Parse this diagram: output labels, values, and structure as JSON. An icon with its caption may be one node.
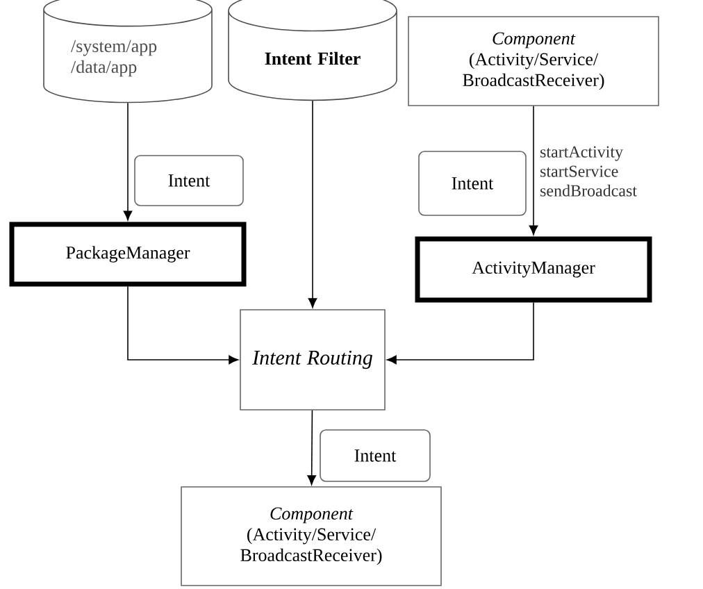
{
  "diagram": {
    "nodes": [
      {
        "text": [
          "/system/app /data/app"
        ]
      },
      {
        "text": [
          "Intent Filter"
        ]
      },
      {
        "text": [
          "Component",
          "(Activity/Service/ BroadcastReceiver)"
        ]
      },
      {
        "text": [
          "Intent"
        ]
      },
      {
        "text": [
          "PackageManager"
        ]
      },
      {
        "text": [
          "Intent"
        ]
      },
      {
        "text": [
          "ActivityManager"
        ]
      },
      {
        "text": [
          "Intent Routing"
        ]
      },
      {
        "text": [
          "Intent"
        ]
      },
      {
        "text": [
          "Component",
          "(Activity/Service/ BroadcastReceiver)"
        ]
      }
    ],
    "edges": [
      {
        "from": 0,
        "to": 4,
        "arrow": "to"
      },
      {
        "from": 1,
        "to": 7,
        "arrow": "to"
      },
      {
        "from": 2,
        "to": 6,
        "arrow": "to",
        "label": "startActivity startService sendBroadcast"
      },
      {
        "from": 4,
        "to": 7,
        "arrow": "to"
      },
      {
        "from": 6,
        "to": 7,
        "arrow": "to"
      },
      {
        "from": 7,
        "to": 9,
        "arrow": "to"
      }
    ]
  }
}
